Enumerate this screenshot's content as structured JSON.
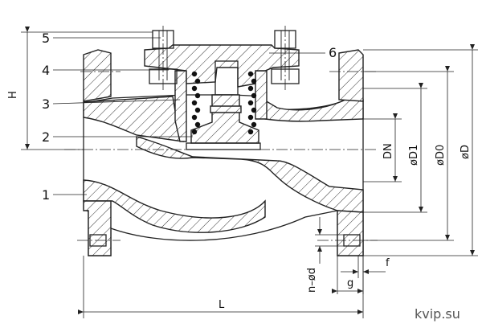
{
  "callouts": [
    "5",
    "4",
    "3",
    "2",
    "1",
    "6"
  ],
  "dimensions": {
    "height": "H",
    "length": "L",
    "nominal_diameter": "DN",
    "d1": "øD1",
    "d0": "øD0",
    "d": "øD",
    "holes": "n–ød",
    "flange_thickness": "g",
    "raised_face": "f"
  },
  "watermark": "kvip.su",
  "colors": {
    "line": "#222222",
    "background": "#ffffff"
  }
}
